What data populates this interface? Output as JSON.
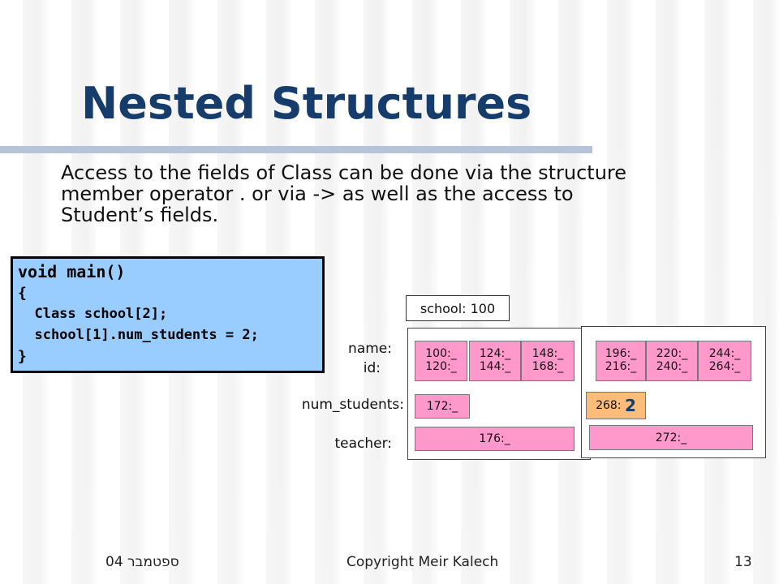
{
  "slide": {
    "title": "Nested Structures",
    "body_line1": "Access to the fields of Class can be done via the structure",
    "body_line2": "member operator . or via -> as well as the access to",
    "body_line3": "Student’s fields."
  },
  "code": {
    "line1": "void main()",
    "line2": "{",
    "line3": "  Class school[2];",
    "line4": "  school[1].num_students = 2;",
    "line5": "}"
  },
  "diagram": {
    "school_label": "school: 100",
    "labels": {
      "name": "name:",
      "id": "id:",
      "num_students": "num_students:",
      "teacher": "teacher:"
    },
    "struct0": {
      "student_cells": [
        {
          "name": "100:_",
          "id": "120:_"
        },
        {
          "name": "124:_",
          "id": "144:_"
        },
        {
          "name": "148:_",
          "id": "168:_"
        }
      ],
      "num_students": "172:_",
      "teacher": "176:_"
    },
    "struct1": {
      "student_cells": [
        {
          "name": "196:_",
          "id": "216:_"
        },
        {
          "name": "220:_",
          "id": "240:_"
        },
        {
          "name": "244:_",
          "id": "264:_"
        }
      ],
      "num_students_addr": "268:",
      "num_students_value": "2",
      "teacher": "272:_"
    }
  },
  "footer": {
    "date": "ספטמבר 04",
    "copyright": "Copyright Meir Kalech",
    "page_number": "13"
  },
  "colors": {
    "title": "#163c6c",
    "code_bg": "#99ccff",
    "cell_pink": "#ff99cc",
    "cell_orange": "#fcbd7a"
  }
}
